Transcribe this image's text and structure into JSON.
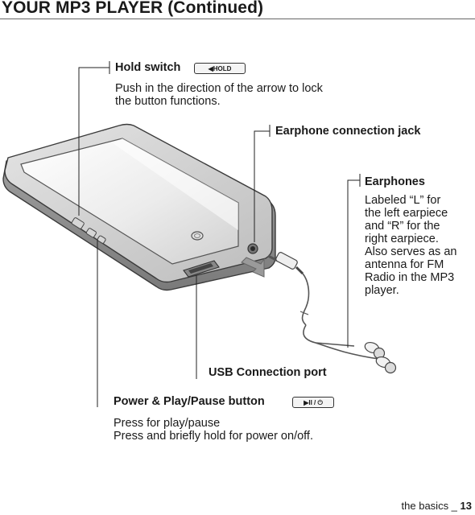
{
  "header": {
    "title": "YOUR MP3 PLAYER (Continued)"
  },
  "callouts": {
    "hold_switch": {
      "label": "Hold switch",
      "badge": "◀HOLD",
      "description_lines": [
        "Push in the direction of the arrow to lock",
        "the button functions."
      ]
    },
    "earphone_jack": {
      "label": "Earphone connection jack"
    },
    "earphones": {
      "label": "Earphones",
      "description_lines": [
        "Labeled “L” for",
        "the left earpiece",
        "and “R” for the",
        "right earpiece.",
        "Also serves as an",
        "antenna for FM",
        "Radio in the MP3",
        "player."
      ]
    },
    "usb_port": {
      "label": "USB Connection port"
    },
    "power_play": {
      "label": "Power & Play/Pause button",
      "badge": "▶II / ⏻",
      "description_lines": [
        "Press for play/pause",
        "Press and briefly hold for power on/off."
      ]
    }
  },
  "footer": {
    "section": "the basics _ ",
    "page": "13"
  }
}
